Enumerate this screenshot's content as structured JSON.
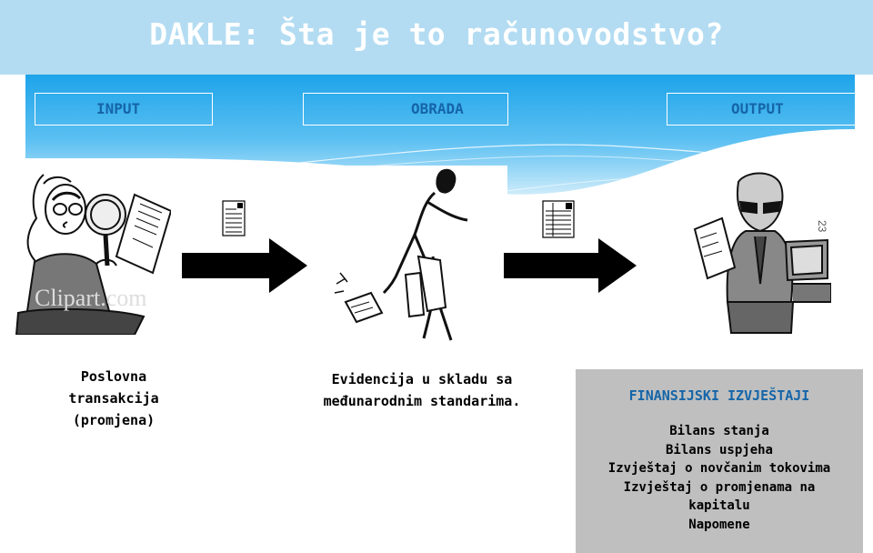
{
  "title": "DAKLE: Šta je to računovodstvo?",
  "stages": {
    "input": "INPUT",
    "obrada": "OBRADA",
    "output": "OUTPUT"
  },
  "captions": {
    "input": "Poslovna transakcija (promjena)",
    "obrada": "Evidencija u skladu sa međunarodnim standarima."
  },
  "reports": {
    "title": "FINANSIJSKI IZVJEŠTAJI",
    "items": [
      "Bilans stanja",
      "Bilans uspjeha",
      "Izvještaj o novčanim tokovima",
      "Izvještaj o promjenama na kapitalu",
      "Napomene"
    ]
  },
  "page_number": "23",
  "watermark": "Clipart.com",
  "colors": {
    "title_bg": "#b3dcf2",
    "band_top": "#29a9ea",
    "band_bottom": "#bde6fa",
    "stage_text": "#1565a8",
    "report_bg": "#bfbfbf"
  },
  "icons": [
    "magnifier-person-illustration",
    "juggling-person-illustration",
    "businessman-illustration",
    "document-icon",
    "right-arrow"
  ]
}
